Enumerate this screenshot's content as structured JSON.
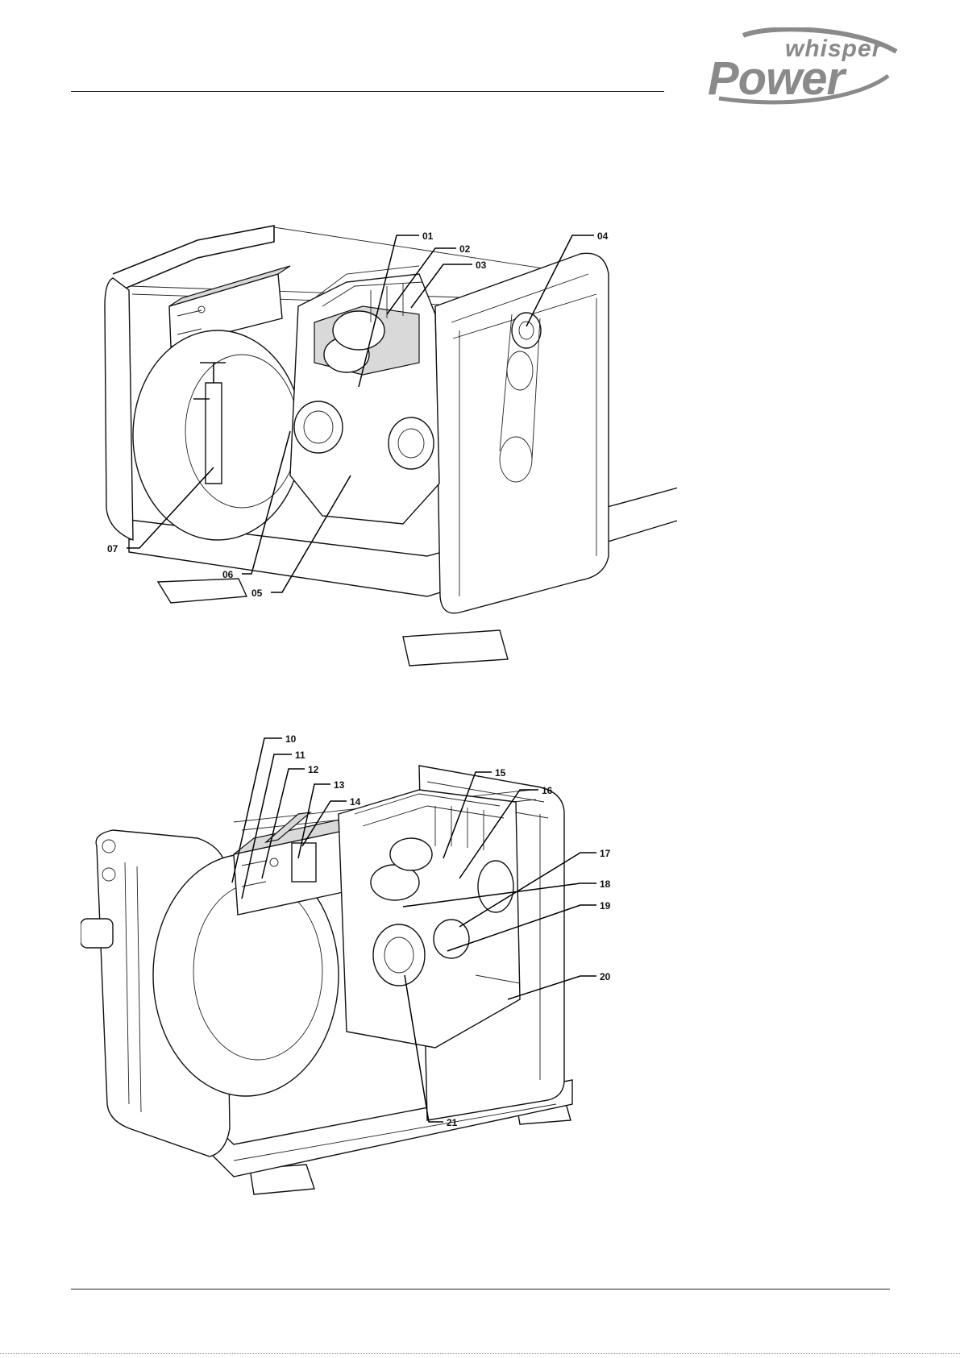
{
  "logo": {
    "line1": "whisper",
    "line2": "Power"
  },
  "top_figure": {
    "callouts": [
      "01",
      "02",
      "03",
      "04",
      "05",
      "06",
      "07"
    ]
  },
  "bottom_figure": {
    "callouts": [
      "10",
      "11",
      "12",
      "13",
      "14",
      "15",
      "16",
      "17",
      "18",
      "19",
      "20",
      "21"
    ]
  }
}
